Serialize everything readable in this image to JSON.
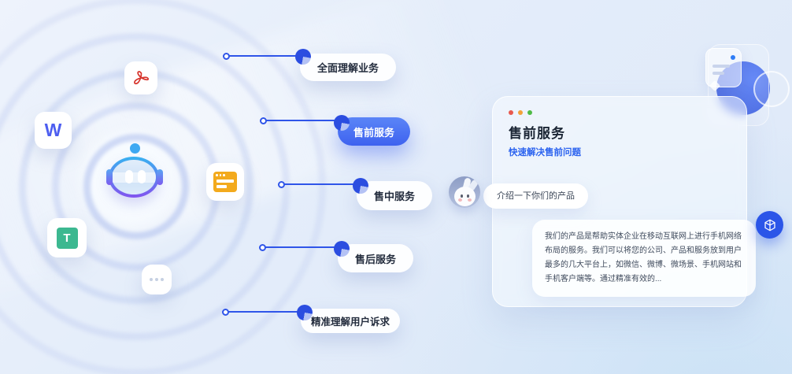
{
  "pills": [
    {
      "label": "全面理解业务",
      "active": false
    },
    {
      "label": "售前服务",
      "active": true
    },
    {
      "label": "售中服务",
      "active": false
    },
    {
      "label": "售后服务",
      "active": false
    },
    {
      "label": "精准理解用户诉求",
      "active": false
    }
  ],
  "card": {
    "title": "售前服务",
    "subtitle": "快速解决售前问题",
    "user_message": "介绍一下你们的产品",
    "bot_reply": "我们的产品是帮助实体企业在移动互联网上进行手机网络布局的服务。我们可以将您的公司、产品和服务放到用户最多的几大平台上，如微信、微博、微场景、手机网站和手机客户端等。通过精准有效的...",
    "window_dot_colors": [
      "#e8594f",
      "#f3a13a",
      "#4fbb47"
    ]
  },
  "icons": {
    "word_letter": "W",
    "text_letter": "T",
    "names": [
      "pdf-icon",
      "word-icon",
      "browser-icon",
      "text-icon",
      "more-icon",
      "robot-avatar",
      "rabbit-avatar",
      "cube-icon",
      "chat-deco-icon",
      "headset-deco-icon"
    ]
  },
  "colors": {
    "accent_line": "#2f55e9",
    "pie_dark": "#2b4de0",
    "pie_light": "#b4c2f5",
    "active_pill": "#3e62ef",
    "subtitle_blue": "#2c63ef",
    "badge_blue": "#2b55e8"
  }
}
